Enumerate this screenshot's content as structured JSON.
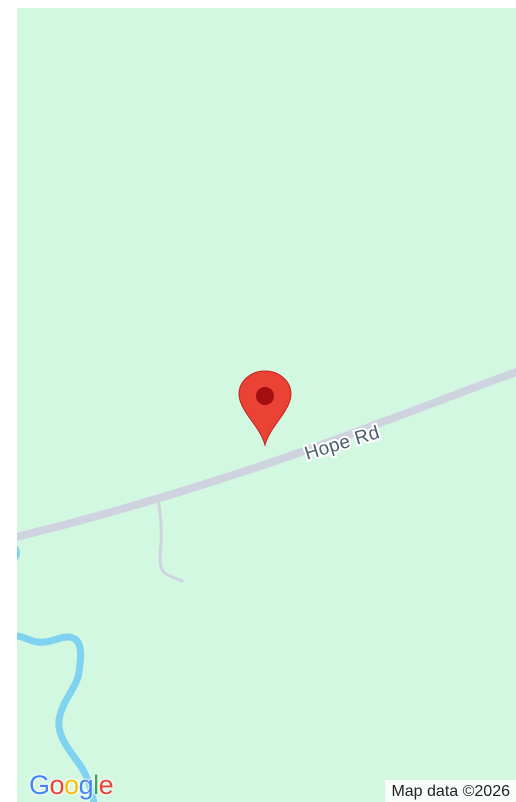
{
  "map": {
    "road_label": "Hope Rd",
    "attribution": "Map data ©2026",
    "logo": {
      "letters": [
        "G",
        "o",
        "o",
        "g",
        "l",
        "e"
      ],
      "colors": [
        "#4285F4",
        "#EA4335",
        "#FBBC05",
        "#4285F4",
        "#34A853",
        "#EA4335"
      ]
    },
    "marker": {
      "icon": "map-pin-icon",
      "color": "#EA4335",
      "dot_color": "#A50E0E"
    },
    "colors": {
      "land": "#d3f8e2",
      "road": "#cfd3e0",
      "water": "#7fd3f0"
    }
  }
}
